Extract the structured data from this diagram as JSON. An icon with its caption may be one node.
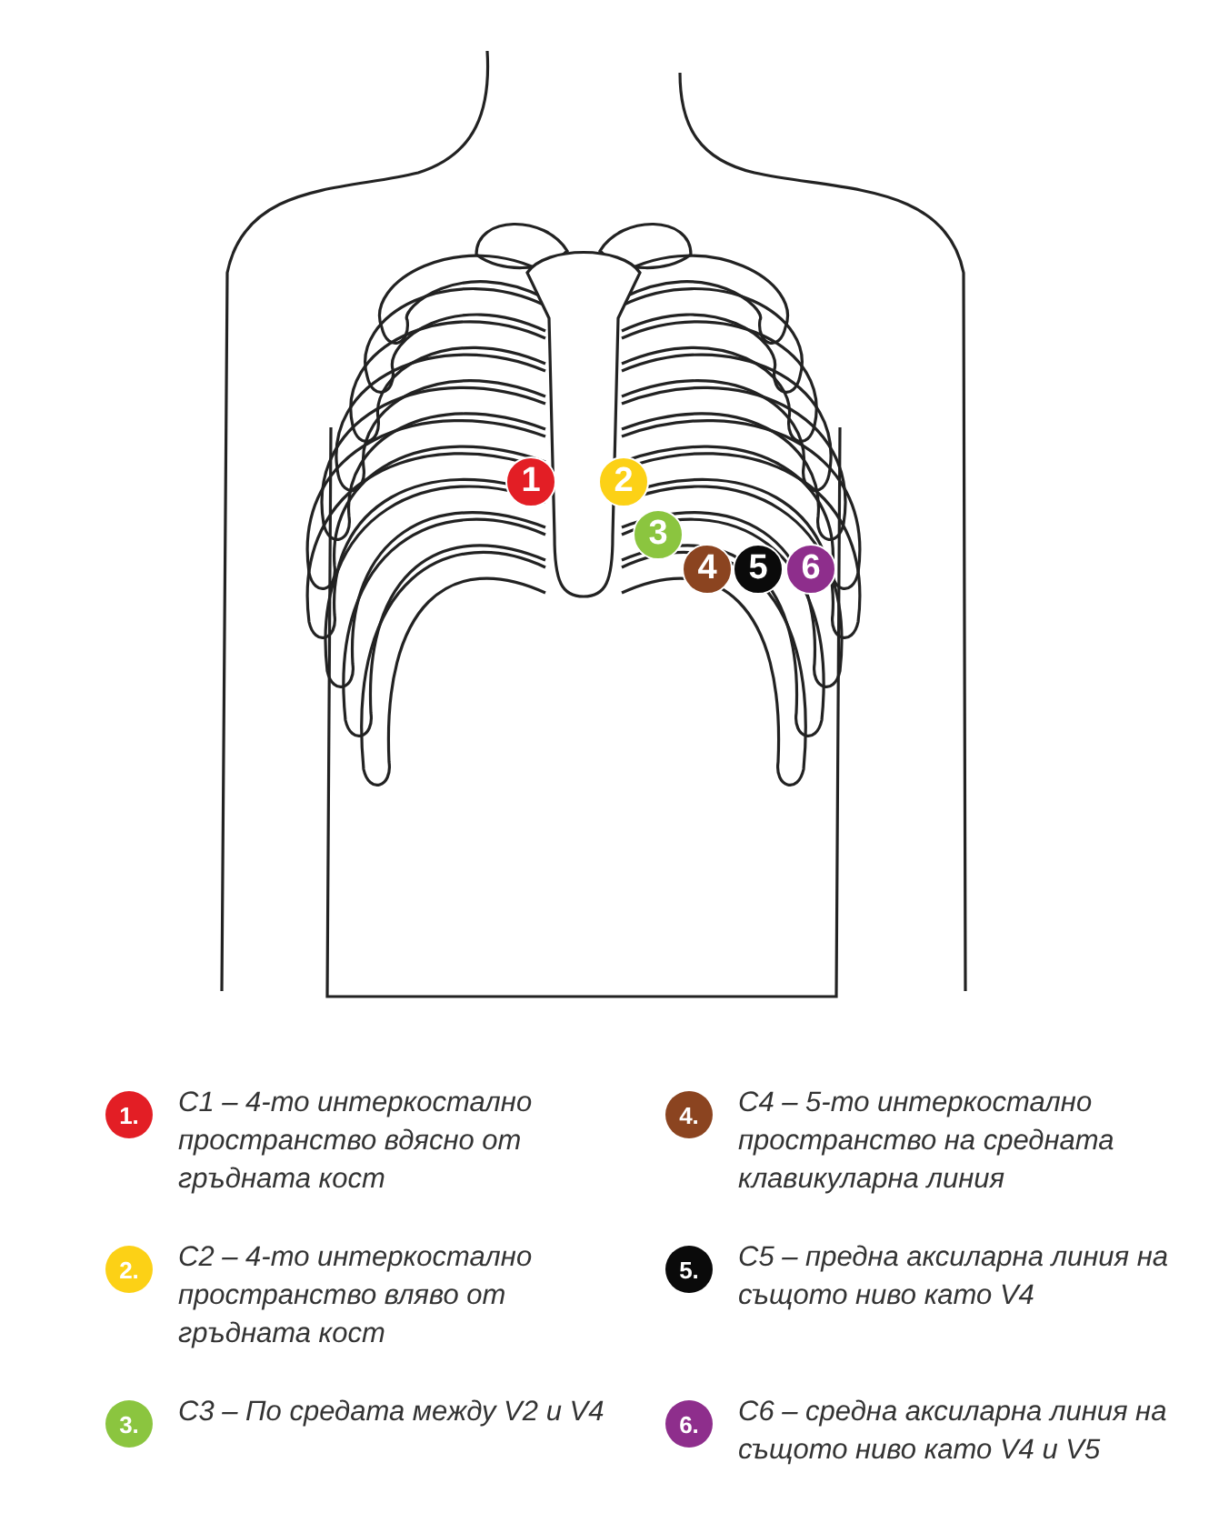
{
  "diagram": {
    "nodes": [
      {
        "text": [
          "1"
        ]
      },
      {
        "text": [
          "2"
        ]
      },
      {
        "text": [
          "3"
        ]
      },
      {
        "text": [
          "4"
        ]
      },
      {
        "text": [
          "5"
        ]
      },
      {
        "text": [
          "6"
        ]
      }
    ],
    "labels": [
      "1.",
      "4.",
      "2.",
      "5.",
      "3.",
      "6."
    ],
    "legend": [
      {
        "text": "C1 – 4-то интеркостално пространство вдясно от гръдната кост",
        "color": "#e31e25"
      },
      {
        "text": "C2 – 4-то интеркостално пространство вляво от гръдната кост",
        "color": "#fcd116"
      },
      {
        "text": "C3 – По средата между V2 и V4",
        "color": "#8bc53f"
      },
      {
        "text": "C4 – 5-то интеркостално пространство на средната клавикуларна линия",
        "color": "#8b4420"
      },
      {
        "text": "C5 – предна аксиларна линия на същото ниво като V4",
        "color": "#0a0a0a"
      },
      {
        "text": "C6 – средна аксиларна линия на същото ниво като V4 и V5",
        "color": "#8e2e8c"
      }
    ]
  }
}
